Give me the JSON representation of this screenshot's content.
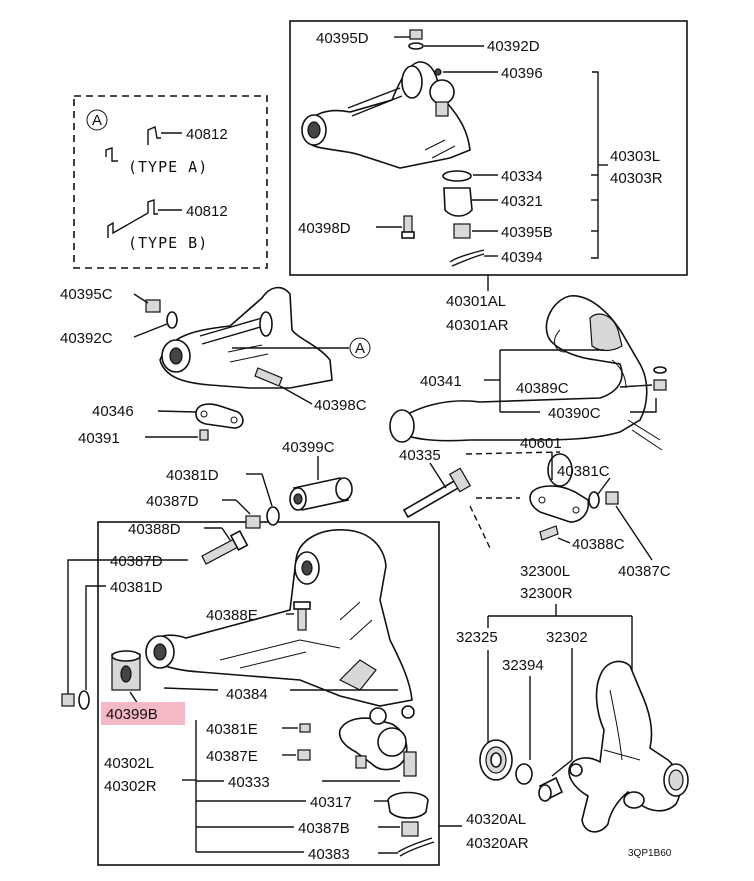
{
  "labels": {
    "p40395D": "40395D",
    "p40392D": "40392D",
    "p40396": "40396",
    "p40334": "40334",
    "p40321": "40321",
    "p40303L": "40303L",
    "p40303R": "40303R",
    "p40398D": "40398D",
    "p40395B": "40395B",
    "p40394": "40394",
    "p40301AL": "40301AL",
    "p40301AR": "40301AR",
    "p40812a": "40812",
    "p40812b": "40812",
    "typeA": "(TYPE A)",
    "typeB": "(TYPE B)",
    "calloutA1": "A",
    "calloutA2": "A",
    "p40395C": "40395C",
    "p40392C": "40392C",
    "p40398C": "40398C",
    "p40341": "40341",
    "p40389C": "40389C",
    "p40390C": "40390C",
    "p40346": "40346",
    "p40391": "40391",
    "p40399C": "40399C",
    "p40335": "40335",
    "p40601": "40601",
    "p40381C": "40381C",
    "p40381D": "40381D",
    "p40387D_a": "40387D",
    "p40388D": "40388D",
    "p40388C": "40388C",
    "p40387C": "40387C",
    "p40387D_b": "40387D",
    "p40381D_b": "40381D",
    "p32300L": "32300L",
    "p32300R": "32300R",
    "p40388E": "40388E",
    "p32325": "32325",
    "p32302": "32302",
    "p32394": "32394",
    "p40384": "40384",
    "p40399B": "40399B",
    "p40381E": "40381E",
    "p40387E": "40387E",
    "p40302L": "40302L",
    "p40302R": "40302R",
    "p40333": "40333",
    "p40317": "40317",
    "p40320AL": "40320AL",
    "p40320AR": "40320AR",
    "p40387B": "40387B",
    "p40383": "40383",
    "diagramCode": "3QP1B60"
  },
  "colors": {
    "line": "#111111",
    "highlight": "#f5b8c4",
    "shade": "#d8d8d8"
  }
}
